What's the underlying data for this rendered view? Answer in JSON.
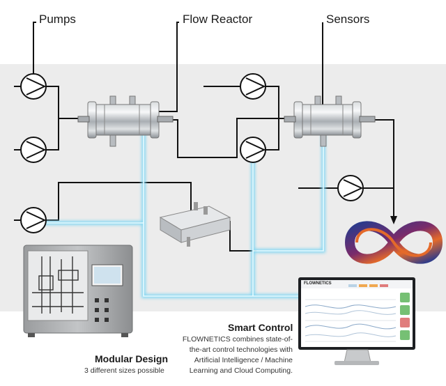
{
  "labels": {
    "pumps": "Pumps",
    "flow_reactor": "Flow Reactor",
    "sensors": "Sensors"
  },
  "modular_design": {
    "title": "Modular Design",
    "text": "3 different sizes possible"
  },
  "smart_control": {
    "title": "Smart Control",
    "lines": [
      "FLOWNETICS combines state-of-",
      "the-art control technologies with",
      "Artificial Intelligence / Machine",
      "Learning and Cloud Computing."
    ]
  },
  "monitor": {
    "brand": "FLOWNETICS"
  },
  "colors": {
    "band": "#ececec",
    "line": "#111111",
    "glow": "#7fd6f2",
    "glow_core": "#e8fbff",
    "loop_blue": "#2a3a8c",
    "loop_orange": "#e46a2a"
  }
}
